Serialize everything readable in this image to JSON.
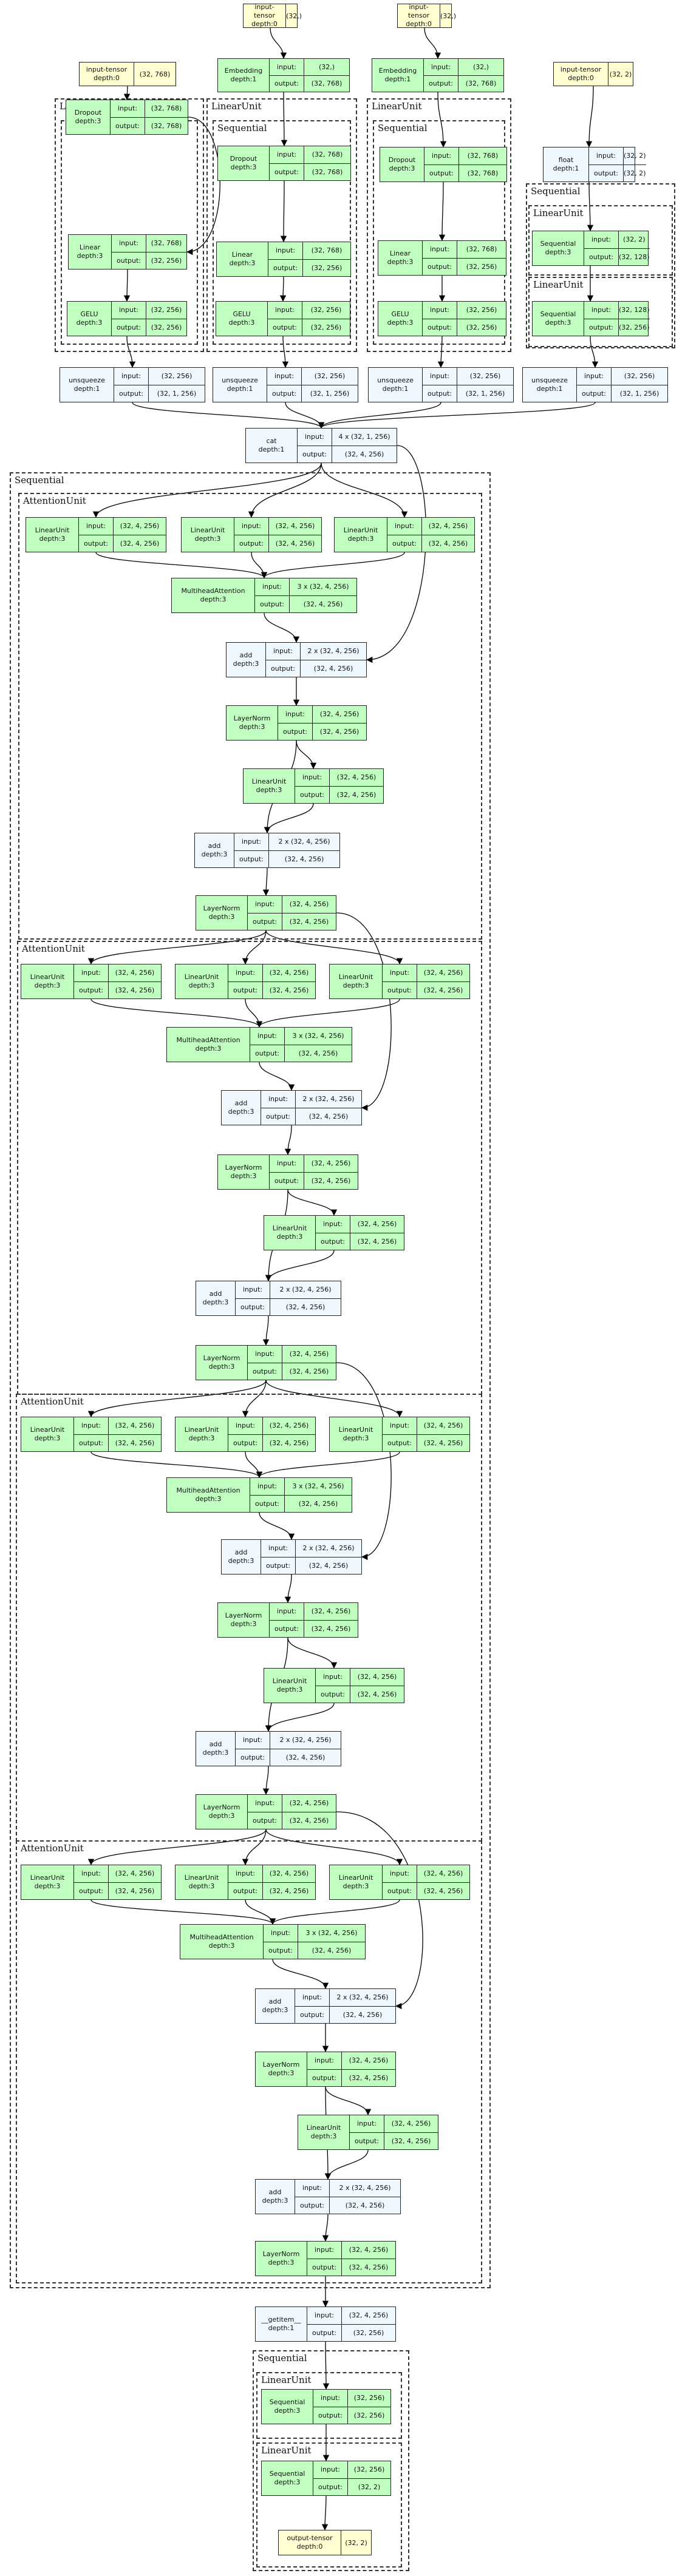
{
  "colors": {
    "tensor": "#ffffd2",
    "module": "#c1ffc1",
    "function": "#f0f8ff",
    "edge": "#000000",
    "border": "#222222"
  },
  "input_label": "input:",
  "output_label": "output:",
  "groups": [
    {
      "id": "g_lu1",
      "label": "LinearUnit"
    },
    {
      "id": "g_seq1",
      "label": "Sequential"
    },
    {
      "id": "g_lu2",
      "label": "LinearUnit"
    },
    {
      "id": "g_seq2",
      "label": "Sequential"
    },
    {
      "id": "g_lu3",
      "label": "LinearUnit"
    },
    {
      "id": "g_seq3",
      "label": "Sequential"
    },
    {
      "id": "g_seq4",
      "label": "Sequential"
    },
    {
      "id": "g_lu4",
      "label": "LinearUnit"
    },
    {
      "id": "g_lu5",
      "label": "LinearUnit"
    },
    {
      "id": "g_seqmain",
      "label": "Sequential"
    },
    {
      "id": "g_au1",
      "label": "AttentionUnit"
    },
    {
      "id": "g_au2",
      "label": "AttentionUnit"
    },
    {
      "id": "g_au3",
      "label": "AttentionUnit"
    },
    {
      "id": "g_au4",
      "label": "AttentionUnit"
    },
    {
      "id": "g_seqout",
      "label": "Sequential"
    },
    {
      "id": "g_lu6",
      "label": "LinearUnit"
    },
    {
      "id": "g_lu7",
      "label": "LinearUnit"
    }
  ],
  "nodes": [
    {
      "id": "in1",
      "kind": "tensor",
      "name": "input-tensor",
      "depth": "depth:0",
      "value": "(32,)"
    },
    {
      "id": "in2",
      "kind": "tensor",
      "name": "input-tensor",
      "depth": "depth:0",
      "value": "(32,)"
    },
    {
      "id": "in0",
      "kind": "tensor",
      "name": "input-tensor",
      "depth": "depth:0",
      "value": "(32, 768)"
    },
    {
      "id": "emb1",
      "kind": "module",
      "name": "Embedding",
      "depth": "depth:1",
      "input": "(32,)",
      "output": "(32, 768)"
    },
    {
      "id": "emb2",
      "kind": "module",
      "name": "Embedding",
      "depth": "depth:1",
      "input": "(32,)",
      "output": "(32, 768)"
    },
    {
      "id": "in3",
      "kind": "tensor",
      "name": "input-tensor",
      "depth": "depth:0",
      "value": "(32, 2)"
    },
    {
      "id": "drop0",
      "kind": "module",
      "name": "Dropout",
      "depth": "depth:3",
      "input": "(32, 768)",
      "output": "(32, 768)"
    },
    {
      "id": "drop1",
      "kind": "module",
      "name": "Dropout",
      "depth": "depth:3",
      "input": "(32, 768)",
      "output": "(32, 768)"
    },
    {
      "id": "drop2",
      "kind": "module",
      "name": "Dropout",
      "depth": "depth:3",
      "input": "(32, 768)",
      "output": "(32, 768)"
    },
    {
      "id": "flt",
      "kind": "function",
      "name": "float",
      "depth": "depth:1",
      "input": "(32, 2)",
      "output": "(32, 2)"
    },
    {
      "id": "seqA",
      "kind": "module",
      "name": "Sequential",
      "depth": "depth:3",
      "input": "(32, 2)",
      "output": "(32, 128)"
    },
    {
      "id": "lin0",
      "kind": "module",
      "name": "Linear",
      "depth": "depth:3",
      "input": "(32, 768)",
      "output": "(32, 256)"
    },
    {
      "id": "lin1",
      "kind": "module",
      "name": "Linear",
      "depth": "depth:3",
      "input": "(32, 768)",
      "output": "(32, 256)"
    },
    {
      "id": "lin2",
      "kind": "module",
      "name": "Linear",
      "depth": "depth:3",
      "input": "(32, 768)",
      "output": "(32, 256)"
    },
    {
      "id": "seqB",
      "kind": "module",
      "name": "Sequential",
      "depth": "depth:3",
      "input": "(32, 128)",
      "output": "(32, 256)"
    },
    {
      "id": "gelu0",
      "kind": "module",
      "name": "GELU",
      "depth": "depth:3",
      "input": "(32, 256)",
      "output": "(32, 256)"
    },
    {
      "id": "gelu1",
      "kind": "module",
      "name": "GELU",
      "depth": "depth:3",
      "input": "(32, 256)",
      "output": "(32, 256)"
    },
    {
      "id": "gelu2",
      "kind": "module",
      "name": "GELU",
      "depth": "depth:3",
      "input": "(32, 256)",
      "output": "(32, 256)"
    },
    {
      "id": "unsq0",
      "kind": "function",
      "name": "unsqueeze",
      "depth": "depth:1",
      "input": "(32, 256)",
      "output": "(32, 1, 256)"
    },
    {
      "id": "unsq1",
      "kind": "function",
      "name": "unsqueeze",
      "depth": "depth:1",
      "input": "(32, 256)",
      "output": "(32, 1, 256)"
    },
    {
      "id": "unsq2",
      "kind": "function",
      "name": "unsqueeze",
      "depth": "depth:1",
      "input": "(32, 256)",
      "output": "(32, 1, 256)"
    },
    {
      "id": "unsq3",
      "kind": "function",
      "name": "unsqueeze",
      "depth": "depth:1",
      "input": "(32, 256)",
      "output": "(32, 1, 256)"
    },
    {
      "id": "cat",
      "kind": "function",
      "name": "cat",
      "depth": "depth:1",
      "input": "4 x (32, 1, 256)",
      "output": "(32, 4, 256)"
    },
    {
      "id": "a1l1",
      "kind": "module",
      "name": "LinearUnit",
      "depth": "depth:3",
      "input": "(32, 4, 256)",
      "output": "(32, 4, 256)"
    },
    {
      "id": "a1l2",
      "kind": "module",
      "name": "LinearUnit",
      "depth": "depth:3",
      "input": "(32, 4, 256)",
      "output": "(32, 4, 256)"
    },
    {
      "id": "a1l3",
      "kind": "module",
      "name": "LinearUnit",
      "depth": "depth:3",
      "input": "(32, 4, 256)",
      "output": "(32, 4, 256)"
    },
    {
      "id": "a1mha",
      "kind": "module",
      "name": "MultiheadAttention",
      "depth": "depth:3",
      "input": "3 x (32, 4, 256)",
      "output": "(32, 4, 256)"
    },
    {
      "id": "a1add1",
      "kind": "function",
      "name": "add",
      "depth": "depth:3",
      "input": "2 x (32, 4, 256)",
      "output": "(32, 4, 256)"
    },
    {
      "id": "a1ln1",
      "kind": "module",
      "name": "LayerNorm",
      "depth": "depth:3",
      "input": "(32, 4, 256)",
      "output": "(32, 4, 256)"
    },
    {
      "id": "a1lu",
      "kind": "module",
      "name": "LinearUnit",
      "depth": "depth:3",
      "input": "(32, 4, 256)",
      "output": "(32, 4, 256)"
    },
    {
      "id": "a1add2",
      "kind": "function",
      "name": "add",
      "depth": "depth:3",
      "input": "2 x (32, 4, 256)",
      "output": "(32, 4, 256)"
    },
    {
      "id": "a1ln2",
      "kind": "module",
      "name": "LayerNorm",
      "depth": "depth:3",
      "input": "(32, 4, 256)",
      "output": "(32, 4, 256)"
    },
    {
      "id": "a2l1",
      "kind": "module",
      "name": "LinearUnit",
      "depth": "depth:3",
      "input": "(32, 4, 256)",
      "output": "(32, 4, 256)"
    },
    {
      "id": "a2l2",
      "kind": "module",
      "name": "LinearUnit",
      "depth": "depth:3",
      "input": "(32, 4, 256)",
      "output": "(32, 4, 256)"
    },
    {
      "id": "a2l3",
      "kind": "module",
      "name": "LinearUnit",
      "depth": "depth:3",
      "input": "(32, 4, 256)",
      "output": "(32, 4, 256)"
    },
    {
      "id": "a2mha",
      "kind": "module",
      "name": "MultiheadAttention",
      "depth": "depth:3",
      "input": "3 x (32, 4, 256)",
      "output": "(32, 4, 256)"
    },
    {
      "id": "a2add1",
      "kind": "function",
      "name": "add",
      "depth": "depth:3",
      "input": "2 x (32, 4, 256)",
      "output": "(32, 4, 256)"
    },
    {
      "id": "a2ln1",
      "kind": "module",
      "name": "LayerNorm",
      "depth": "depth:3",
      "input": "(32, 4, 256)",
      "output": "(32, 4, 256)"
    },
    {
      "id": "a2lu",
      "kind": "module",
      "name": "LinearUnit",
      "depth": "depth:3",
      "input": "(32, 4, 256)",
      "output": "(32, 4, 256)"
    },
    {
      "id": "a2add2",
      "kind": "function",
      "name": "add",
      "depth": "depth:3",
      "input": "2 x (32, 4, 256)",
      "output": "(32, 4, 256)"
    },
    {
      "id": "a2ln2",
      "kind": "module",
      "name": "LayerNorm",
      "depth": "depth:3",
      "input": "(32, 4, 256)",
      "output": "(32, 4, 256)"
    },
    {
      "id": "a3l1",
      "kind": "module",
      "name": "LinearUnit",
      "depth": "depth:3",
      "input": "(32, 4, 256)",
      "output": "(32, 4, 256)"
    },
    {
      "id": "a3l2",
      "kind": "module",
      "name": "LinearUnit",
      "depth": "depth:3",
      "input": "(32, 4, 256)",
      "output": "(32, 4, 256)"
    },
    {
      "id": "a3l3",
      "kind": "module",
      "name": "LinearUnit",
      "depth": "depth:3",
      "input": "(32, 4, 256)",
      "output": "(32, 4, 256)"
    },
    {
      "id": "a3mha",
      "kind": "module",
      "name": "MultiheadAttention",
      "depth": "depth:3",
      "input": "3 x (32, 4, 256)",
      "output": "(32, 4, 256)"
    },
    {
      "id": "a3add1",
      "kind": "function",
      "name": "add",
      "depth": "depth:3",
      "input": "2 x (32, 4, 256)",
      "output": "(32, 4, 256)"
    },
    {
      "id": "a3ln1",
      "kind": "module",
      "name": "LayerNorm",
      "depth": "depth:3",
      "input": "(32, 4, 256)",
      "output": "(32, 4, 256)"
    },
    {
      "id": "a3lu",
      "kind": "module",
      "name": "LinearUnit",
      "depth": "depth:3",
      "input": "(32, 4, 256)",
      "output": "(32, 4, 256)"
    },
    {
      "id": "a3add2",
      "kind": "function",
      "name": "add",
      "depth": "depth:3",
      "input": "2 x (32, 4, 256)",
      "output": "(32, 4, 256)"
    },
    {
      "id": "a3ln2",
      "kind": "module",
      "name": "LayerNorm",
      "depth": "depth:3",
      "input": "(32, 4, 256)",
      "output": "(32, 4, 256)"
    },
    {
      "id": "a4l1",
      "kind": "module",
      "name": "LinearUnit",
      "depth": "depth:3",
      "input": "(32, 4, 256)",
      "output": "(32, 4, 256)"
    },
    {
      "id": "a4l2",
      "kind": "module",
      "name": "LinearUnit",
      "depth": "depth:3",
      "input": "(32, 4, 256)",
      "output": "(32, 4, 256)"
    },
    {
      "id": "a4l3",
      "kind": "module",
      "name": "LinearUnit",
      "depth": "depth:3",
      "input": "(32, 4, 256)",
      "output": "(32, 4, 256)"
    },
    {
      "id": "a4mha",
      "kind": "module",
      "name": "MultiheadAttention",
      "depth": "depth:3",
      "input": "3 x (32, 4, 256)",
      "output": "(32, 4, 256)"
    },
    {
      "id": "a4add1",
      "kind": "function",
      "name": "add",
      "depth": "depth:3",
      "input": "2 x (32, 4, 256)",
      "output": "(32, 4, 256)"
    },
    {
      "id": "a4ln1",
      "kind": "module",
      "name": "LayerNorm",
      "depth": "depth:3",
      "input": "(32, 4, 256)",
      "output": "(32, 4, 256)"
    },
    {
      "id": "a4lu",
      "kind": "module",
      "name": "LinearUnit",
      "depth": "depth:3",
      "input": "(32, 4, 256)",
      "output": "(32, 4, 256)"
    },
    {
      "id": "a4add2",
      "kind": "function",
      "name": "add",
      "depth": "depth:3",
      "input": "2 x (32, 4, 256)",
      "output": "(32, 4, 256)"
    },
    {
      "id": "a4ln2",
      "kind": "module",
      "name": "LayerNorm",
      "depth": "depth:3",
      "input": "(32, 4, 256)",
      "output": "(32, 4, 256)"
    },
    {
      "id": "getitem",
      "kind": "function",
      "name": "__getitem__",
      "depth": "depth:1",
      "input": "(32, 4, 256)",
      "output": "(32, 256)"
    },
    {
      "id": "seqO1",
      "kind": "module",
      "name": "Sequential",
      "depth": "depth:3",
      "input": "(32, 256)",
      "output": "(32, 256)"
    },
    {
      "id": "seqO2",
      "kind": "module",
      "name": "Sequential",
      "depth": "depth:3",
      "input": "(32, 256)",
      "output": "(32, 2)"
    },
    {
      "id": "out",
      "kind": "tensor",
      "name": "output-tensor",
      "depth": "depth:0",
      "value": "(32, 2)"
    }
  ],
  "edges": [
    [
      "in0",
      "drop0"
    ],
    [
      "drop0",
      "lin0"
    ],
    [
      "lin0",
      "gelu0"
    ],
    [
      "gelu0",
      "unsq0"
    ],
    [
      "in1",
      "emb1"
    ],
    [
      "emb1",
      "drop1"
    ],
    [
      "drop1",
      "lin1"
    ],
    [
      "lin1",
      "gelu1"
    ],
    [
      "gelu1",
      "unsq1"
    ],
    [
      "in2",
      "emb2"
    ],
    [
      "emb2",
      "drop2"
    ],
    [
      "drop2",
      "lin2"
    ],
    [
      "lin2",
      "gelu2"
    ],
    [
      "gelu2",
      "unsq2"
    ],
    [
      "in3",
      "flt"
    ],
    [
      "flt",
      "seqA"
    ],
    [
      "seqA",
      "seqB"
    ],
    [
      "seqB",
      "unsq3"
    ],
    [
      "unsq0",
      "cat"
    ],
    [
      "unsq1",
      "cat"
    ],
    [
      "unsq2",
      "cat"
    ],
    [
      "unsq3",
      "cat"
    ],
    [
      "cat",
      "a1l1"
    ],
    [
      "cat",
      "a1l2"
    ],
    [
      "cat",
      "a1l3"
    ],
    [
      "cat",
      "a1add1"
    ],
    [
      "a1l1",
      "a1mha"
    ],
    [
      "a1l2",
      "a1mha"
    ],
    [
      "a1l3",
      "a1mha"
    ],
    [
      "a1mha",
      "a1add1"
    ],
    [
      "a1add1",
      "a1ln1"
    ],
    [
      "a1ln1",
      "a1lu"
    ],
    [
      "a1ln1",
      "a1add2"
    ],
    [
      "a1lu",
      "a1add2"
    ],
    [
      "a1add2",
      "a1ln2"
    ],
    [
      "a1ln2",
      "a2l1"
    ],
    [
      "a1ln2",
      "a2l2"
    ],
    [
      "a1ln2",
      "a2l3"
    ],
    [
      "a1ln2",
      "a2add1"
    ],
    [
      "a2l1",
      "a2mha"
    ],
    [
      "a2l2",
      "a2mha"
    ],
    [
      "a2l3",
      "a2mha"
    ],
    [
      "a2mha",
      "a2add1"
    ],
    [
      "a2add1",
      "a2ln1"
    ],
    [
      "a2ln1",
      "a2lu"
    ],
    [
      "a2ln1",
      "a2add2"
    ],
    [
      "a2lu",
      "a2add2"
    ],
    [
      "a2add2",
      "a2ln2"
    ],
    [
      "a2ln2",
      "a3l1"
    ],
    [
      "a2ln2",
      "a3l2"
    ],
    [
      "a2ln2",
      "a3l3"
    ],
    [
      "a2ln2",
      "a3add1"
    ],
    [
      "a3l1",
      "a3mha"
    ],
    [
      "a3l2",
      "a3mha"
    ],
    [
      "a3l3",
      "a3mha"
    ],
    [
      "a3mha",
      "a3add1"
    ],
    [
      "a3add1",
      "a3ln1"
    ],
    [
      "a3ln1",
      "a3lu"
    ],
    [
      "a3ln1",
      "a3add2"
    ],
    [
      "a3lu",
      "a3add2"
    ],
    [
      "a3add2",
      "a3ln2"
    ],
    [
      "a3ln2",
      "a4l1"
    ],
    [
      "a3ln2",
      "a4l2"
    ],
    [
      "a3ln2",
      "a4l3"
    ],
    [
      "a3ln2",
      "a4add1"
    ],
    [
      "a4l1",
      "a4mha"
    ],
    [
      "a4l2",
      "a4mha"
    ],
    [
      "a4l3",
      "a4mha"
    ],
    [
      "a4mha",
      "a4add1"
    ],
    [
      "a4add1",
      "a4ln1"
    ],
    [
      "a4ln1",
      "a4lu"
    ],
    [
      "a4ln1",
      "a4add2"
    ],
    [
      "a4lu",
      "a4add2"
    ],
    [
      "a4add2",
      "a4ln2"
    ],
    [
      "a4ln2",
      "getitem"
    ],
    [
      "getitem",
      "seqO1"
    ],
    [
      "seqO1",
      "seqO2"
    ],
    [
      "seqO2",
      "out"
    ]
  ]
}
